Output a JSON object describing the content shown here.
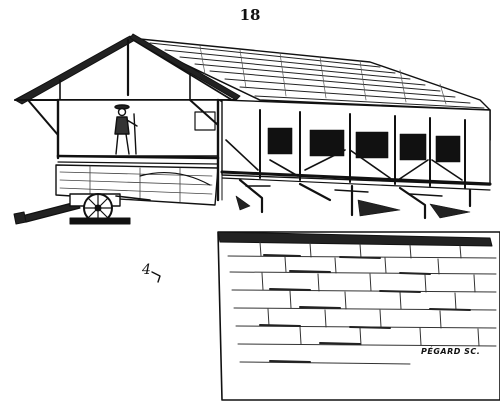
{
  "page_number": "18",
  "figure_label": "4",
  "engraver_signature": "PÉGARD SC.",
  "colors": {
    "ink": "#111111",
    "paper": "#ffffff"
  }
}
